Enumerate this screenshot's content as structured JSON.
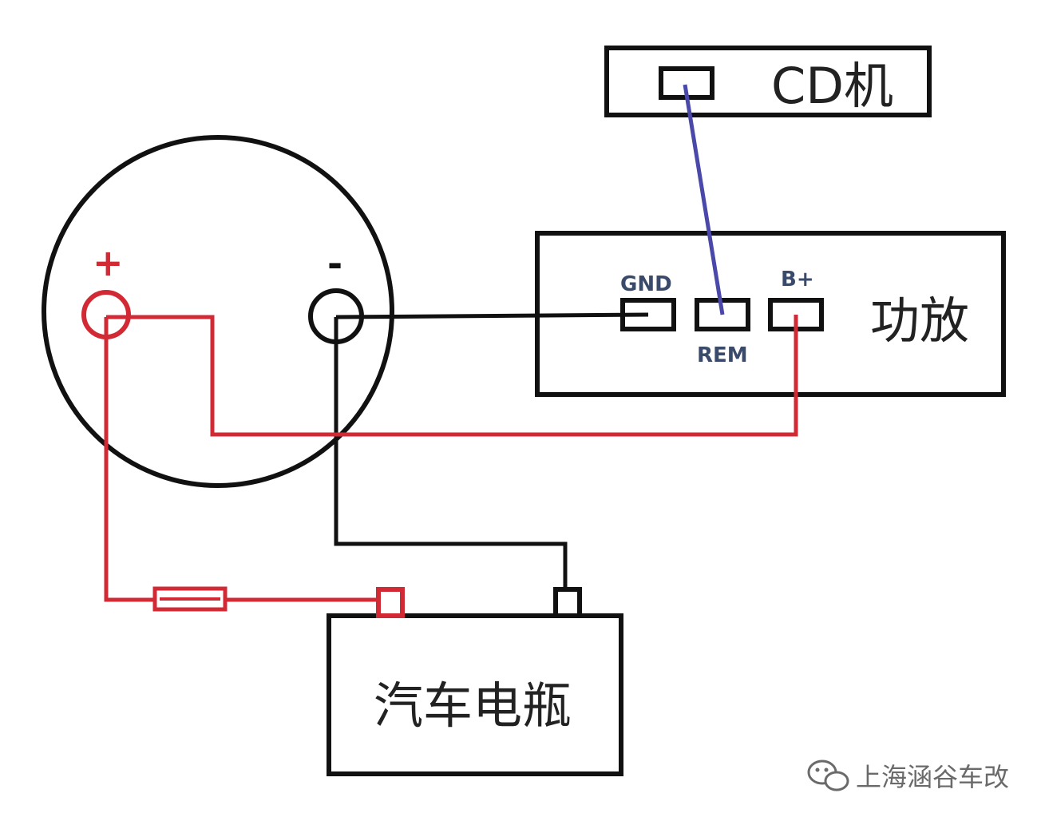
{
  "labels": {
    "cd_player": "CD机",
    "amplifier": "功放",
    "battery": "汽车电瓶",
    "gnd": "GND",
    "rem": "REM",
    "b_plus": "B+",
    "plus": "+",
    "minus": "-"
  },
  "watermark": {
    "text": "上海涵谷车改",
    "icon": "wechat-icon"
  },
  "colors": {
    "line_black": "#111111",
    "wire_red": "#d22a35",
    "wire_blue": "#4a48a8",
    "terminal_text": "#3a4a6b",
    "watermark": "#6a6a6a"
  }
}
